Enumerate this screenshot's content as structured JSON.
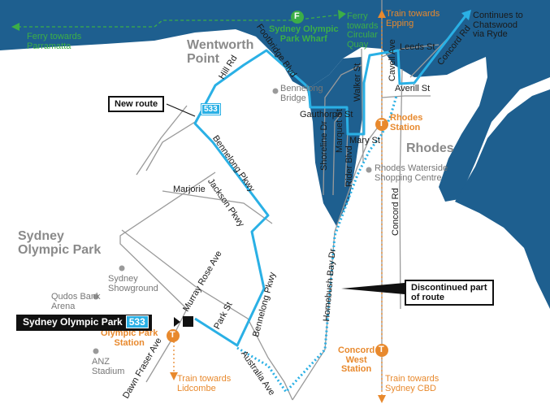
{
  "areas": {
    "wentworth_point": "Wentworth\nPoint",
    "rhodes": "Rhodes",
    "sydney_olympic_park": "Sydney\nOlympic Park"
  },
  "streets": {
    "footbridge_blvd": "Footbridge Blvd",
    "hill_rd": "Hill Rd",
    "bennelong_pkwy_1": "Bennelong Pkwy",
    "bennelong_pkwy_2": "Bennelong Pkwy",
    "jackson_pkwy": "Jackson Pkwy",
    "marjorie": "Marjorie",
    "murray_rose_ave": "Murray Rose Ave",
    "park_st": "Park St",
    "dawn_fraser_ave": "Dawn Fraser Ave",
    "australia_ave": "Australia Ave",
    "homebush_bay_dr": "Homebush Bay Dr",
    "concord_rd_south": "Concord Rd",
    "concord_rd_north": "Concord Rd",
    "shoreline_dr": "Shoreline Dr",
    "marquet_st": "Marquet St",
    "rider_blvd": "Rider Blvd",
    "walker_st": "Walker St",
    "gauthorpe_st": "Gauthorpe St",
    "mary_st": "Mary St",
    "cavell_ave": "Cavell Ave",
    "leeds_st": "Leeds St",
    "averill_st": "Averill St"
  },
  "places": {
    "bennelong_bridge": "Bennelong\nBridge",
    "rhodes_waterside": "Rhodes Waterside\nShopping Centre",
    "sydney_showground": "Sydney\nShowground",
    "qudos_bank_arena": "Qudos Bank\nArena",
    "anz_stadium": "ANZ\nStadium"
  },
  "ferry": {
    "wharf_name": "Sydney Olympic\nPark Wharf",
    "icon_letter": "F",
    "to_parramatta": "Ferry towards\nParramatta",
    "to_circular_quay": "Ferry\ntowards\nCircular\nQuay"
  },
  "trains": {
    "icon_letter": "T",
    "rhodes_station": "Rhodes\nStation",
    "olympic_park_station": "Olympic Park\nStation",
    "concord_west_station": "Concord\nWest\nStation",
    "to_epping": "Train towards\nEpping",
    "to_lidcombe": "Train towards\nLidcombe",
    "to_sydney_cbd": "Train towards\nSydney CBD"
  },
  "route": {
    "number": "533",
    "terminus_label": "Sydney Olympic Park",
    "continues_label": "Continues to\nChatswood\nvia Ryde",
    "new_route_label": "New route",
    "discontinued_label": "Discontinued part\nof route"
  },
  "colors": {
    "water": "#1e5f8f",
    "route": "#2ab0e5",
    "ferry": "#3cae47",
    "train": "#e8892d",
    "roads": "#9a9a9a"
  }
}
